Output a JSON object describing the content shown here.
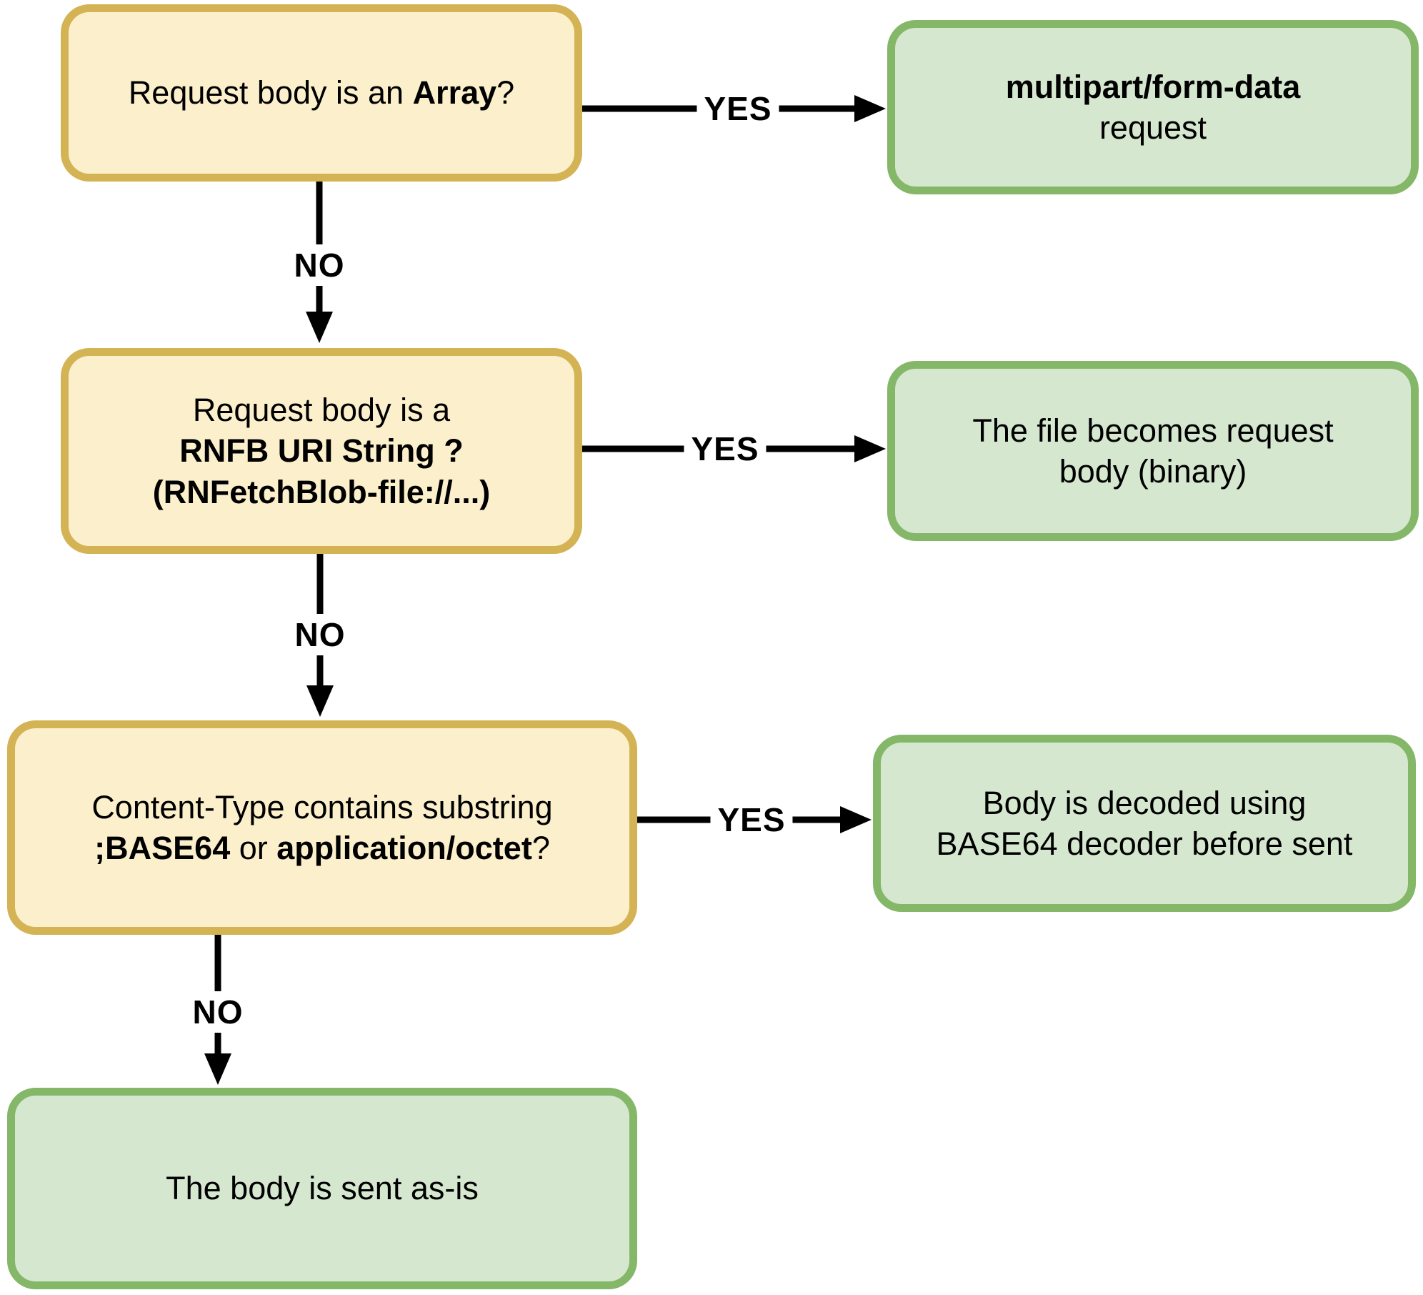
{
  "colors": {
    "background": "#ffffff",
    "text": "#000000",
    "arrow": "#000000",
    "question_fill": "#fcf0cc",
    "question_border": "#d4b355",
    "result_fill": "#d6e7d0",
    "result_border": "#85b768"
  },
  "nodes": {
    "q_array": {
      "pre": "Request body is an ",
      "bold": "Array",
      "post": "?"
    },
    "q_rnfb": {
      "line1": "Request body is a",
      "line2": "RNFB URI String ?",
      "line3": "(RNFetchBlob-file://...)"
    },
    "q_content_type": {
      "line1": "Content-Type contains substring",
      "bold1": ";BASE64",
      "mid": " or ",
      "bold2": "application/octet",
      "end": "?"
    },
    "r_multipart": {
      "line1": "multipart/form-data",
      "line2": "request"
    },
    "r_file_body": {
      "line1": "The file becomes request",
      "line2": "body (binary)"
    },
    "r_base64": {
      "line1": "Body is decoded using",
      "line2": "BASE64 decoder before sent"
    },
    "r_as_is": {
      "text": "The body is sent as-is"
    }
  },
  "edges": {
    "array_yes": "YES",
    "array_no": "NO",
    "rnfb_yes": "YES",
    "rnfb_no": "NO",
    "content_type_yes": "YES",
    "content_type_no": "NO"
  }
}
